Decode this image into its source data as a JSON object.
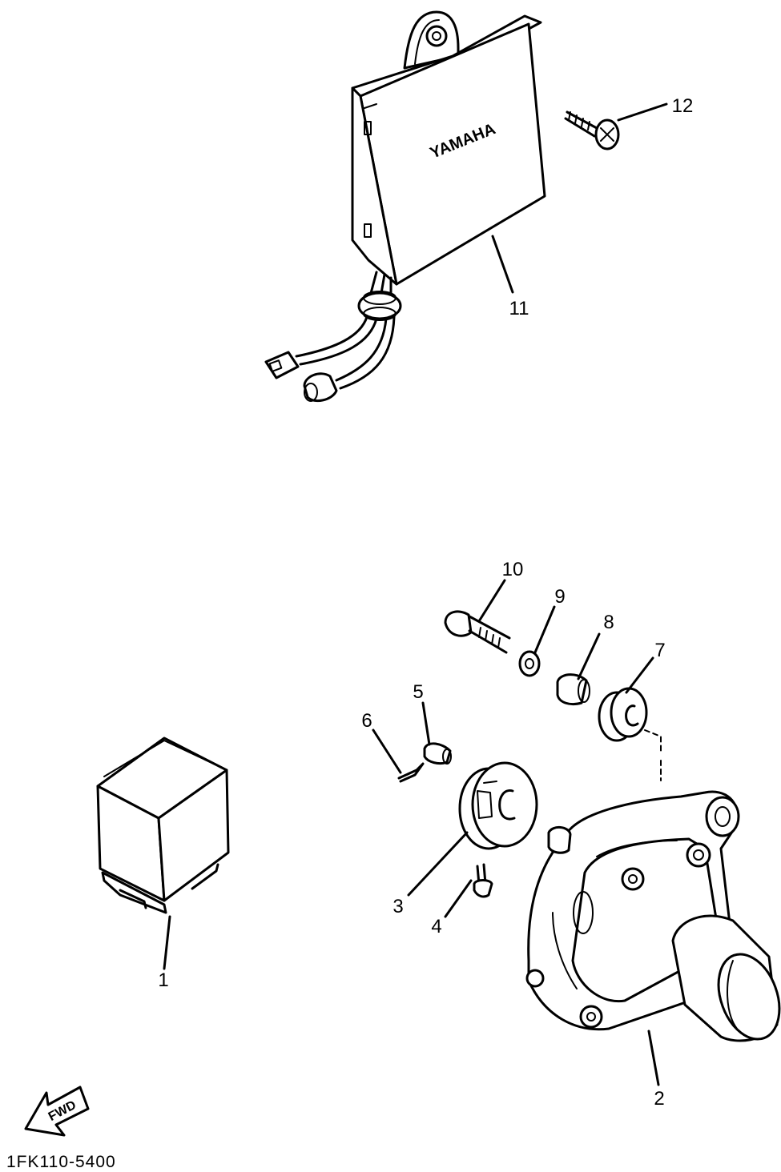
{
  "diagram": {
    "drawing_code": "1FK110-5400",
    "brand_mark": "YAMAHA",
    "direction_label": "FWD",
    "callouts": {
      "p1": "1",
      "p2": "2",
      "p3": "3",
      "p4": "4",
      "p5": "5",
      "p6": "6",
      "p7": "7",
      "p8": "8",
      "p9": "9",
      "p10": "10",
      "p11": "11",
      "p12": "12"
    }
  }
}
